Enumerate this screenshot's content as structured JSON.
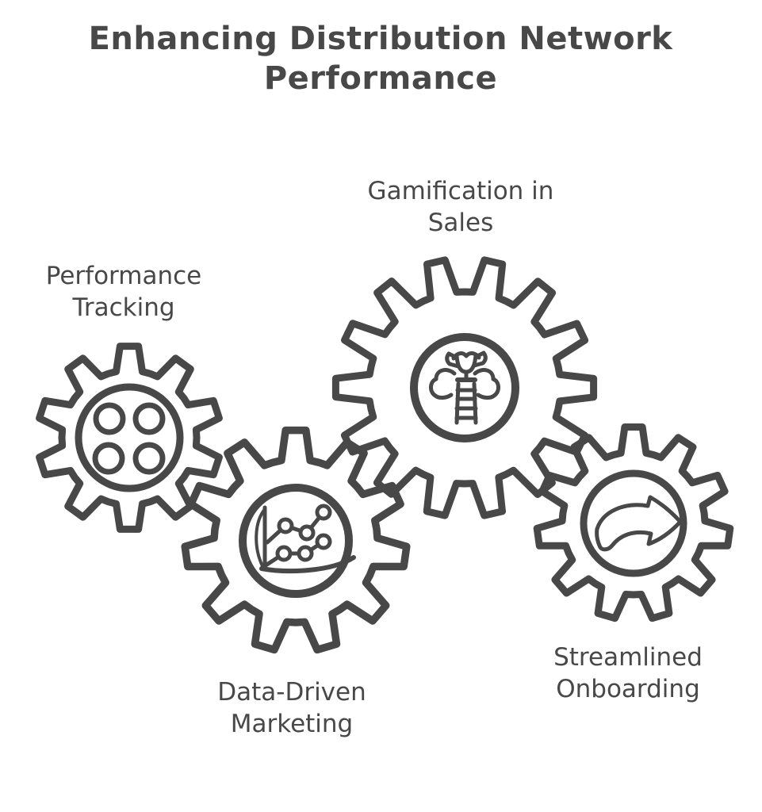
{
  "title": "Enhancing Distribution Network\nPerformance",
  "colors": {
    "ink": "#484848",
    "background": "#ffffff"
  },
  "gears": [
    {
      "id": "performance-tracking",
      "label": "Performance\nTracking",
      "icon": "four-circle-hub-icon"
    },
    {
      "id": "gamification-in-sales",
      "label": "Gamification in\nSales",
      "icon": "trophy-ladder-icon"
    },
    {
      "id": "data-driven-marketing",
      "label": "Data-Driven\nMarketing",
      "icon": "growth-chart-icon"
    },
    {
      "id": "streamlined-onboarding",
      "label": "Streamlined\nOnboarding",
      "icon": "curved-arrow-icon"
    }
  ]
}
